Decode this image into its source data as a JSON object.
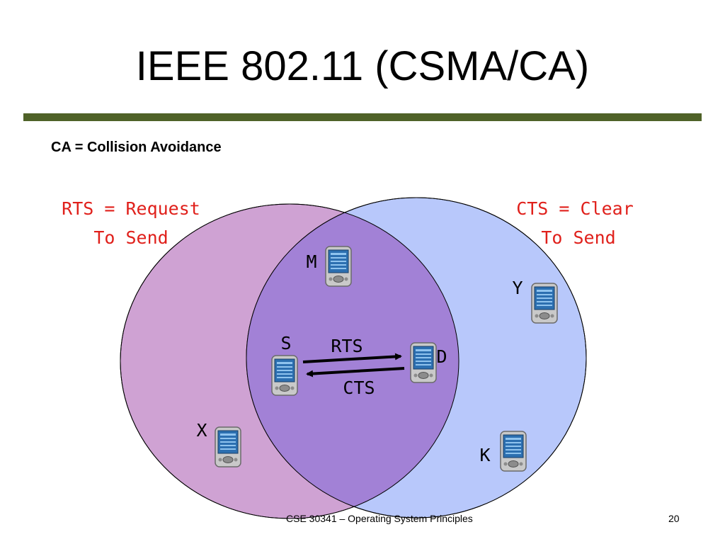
{
  "slide": {
    "title": "IEEE 802.11 (CSMA/CA)",
    "subtitle": "CA = Collision Avoidance",
    "footer": "CSE 30341 – Operating System Principles",
    "page_number": "20"
  },
  "diagram": {
    "rts_def_line1": "RTS = Request",
    "rts_def_line2": "To Send",
    "cts_def_line1": "CTS = Clear",
    "cts_def_line2": "To Send",
    "nodes": {
      "m": "M",
      "y": "Y",
      "s": "S",
      "d": "D",
      "x": "X",
      "k": "K"
    },
    "arrow_rts": "RTS",
    "arrow_cts": "CTS",
    "colors": {
      "left_circle": "#cfa2d3",
      "right_circle": "#b8c8fb",
      "overlap": "#a281d6",
      "label_red": "#e0201b",
      "rule": "#4f6228"
    }
  }
}
